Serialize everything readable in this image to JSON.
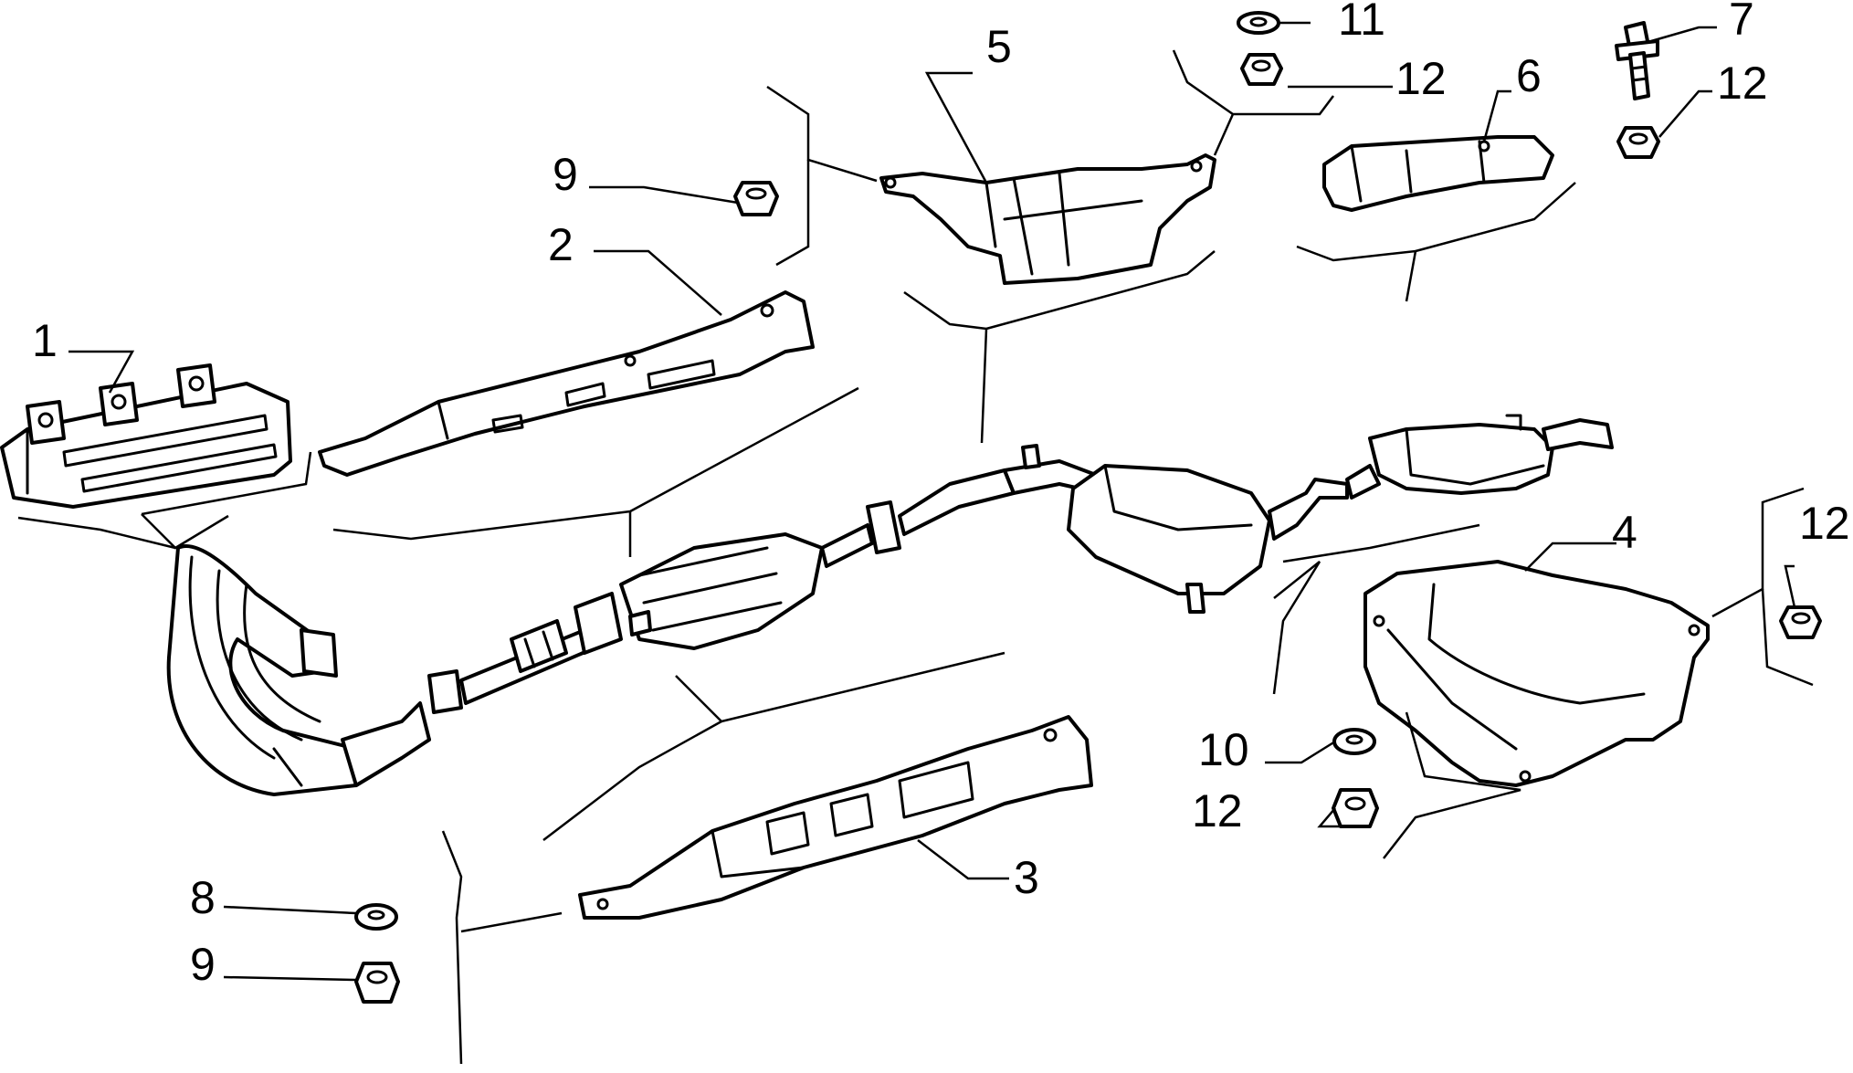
{
  "callouts": {
    "c1": "1",
    "c2": "2",
    "c3": "3",
    "c4": "4",
    "c5": "5",
    "c6": "6",
    "c7": "7",
    "c8": "8",
    "c9_top": "9",
    "c9_bottom": "9",
    "c10": "10",
    "c11": "11",
    "c12_top": "12",
    "c12_right_top": "12",
    "c12_right_mid": "12",
    "c12_bottom": "12"
  }
}
